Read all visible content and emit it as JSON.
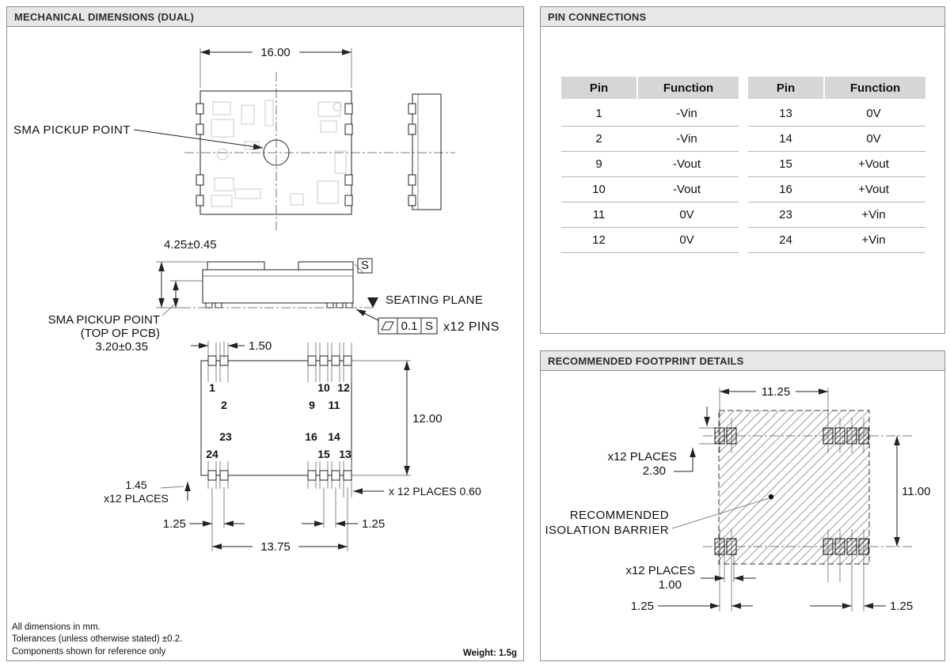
{
  "mech": {
    "title": "MECHANICAL DIMENSIONS (DUAL)",
    "top_view": {
      "dim_width": "16.00",
      "sma_pickup_label": "SMA PICKUP POINT"
    },
    "side_elev": {
      "dim_height": "4.25±0.45",
      "seating_plane": "SEATING PLANE",
      "datum": "S",
      "pickup_l1": "SMA PICKUP POINT",
      "pickup_l2": "(TOP OF PCB)",
      "pickup_l3": "3.20±0.35",
      "flatness_value": "0.1",
      "flatness_datum": "S",
      "pins_note": "x12 PINS"
    },
    "bottom_view": {
      "dim_150": "1.50",
      "dim_1200": "12.00",
      "dim_145": "1.45",
      "places_145": "x12 PLACES",
      "places_060": "x 12 PLACES 0.60",
      "dim_125_left": "1.25",
      "dim_125_right": "1.25",
      "dim_1375": "13.75",
      "pins": [
        "1",
        "2",
        "23",
        "24",
        "10",
        "12",
        "9",
        "11",
        "16",
        "14",
        "15",
        "13"
      ]
    },
    "notes": [
      "All dimensions in mm.",
      "Tolerances (unless otherwise stated) ±0.2.",
      "Components shown for reference only"
    ],
    "weight": "Weight: 1.5g"
  },
  "pin_connections": {
    "title": "PIN CONNECTIONS",
    "col_pin": "Pin",
    "col_function": "Function",
    "left": [
      [
        "1",
        "-Vin"
      ],
      [
        "2",
        "-Vin"
      ],
      [
        "9",
        "-Vout"
      ],
      [
        "10",
        "-Vout"
      ],
      [
        "11",
        "0V"
      ],
      [
        "12",
        "0V"
      ]
    ],
    "right": [
      [
        "13",
        "0V"
      ],
      [
        "14",
        "0V"
      ],
      [
        "15",
        "+Vout"
      ],
      [
        "16",
        "+Vout"
      ],
      [
        "23",
        "+Vin"
      ],
      [
        "24",
        "+Vin"
      ]
    ]
  },
  "footprint": {
    "title": "RECOMMENDED FOOTPRINT DETAILS",
    "dim_1125": "11.25",
    "dim_1100": "11.00",
    "places_230_l1": "x12 PLACES",
    "places_230_l2": "2.30",
    "barrier_l1": "RECOMMENDED",
    "barrier_l2": "ISOLATION BARRIER",
    "places_100_l1": "x12 PLACES",
    "places_100_l2": "1.00",
    "dim_125_left": "1.25",
    "dim_125_right": "1.25"
  }
}
